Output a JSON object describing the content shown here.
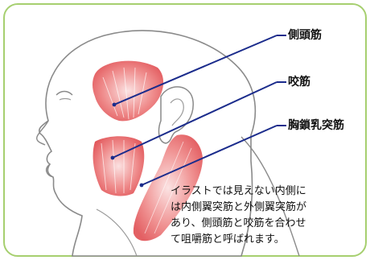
{
  "labels": {
    "temporalis": "側頭筋",
    "masseter": "咬筋",
    "scm": "胸鎖乳突筋"
  },
  "note": {
    "lines": [
      "イラストでは見えない内側に",
      "は内側翼突筋と外側翼突筋が",
      "あり、側頭筋と咬筋を合わせ",
      "て咀嚼筋と呼ばれます。"
    ]
  },
  "colors": {
    "frame": "#a6cf6f",
    "leader": "#1b2c8c",
    "muscle": "#e6585a"
  }
}
